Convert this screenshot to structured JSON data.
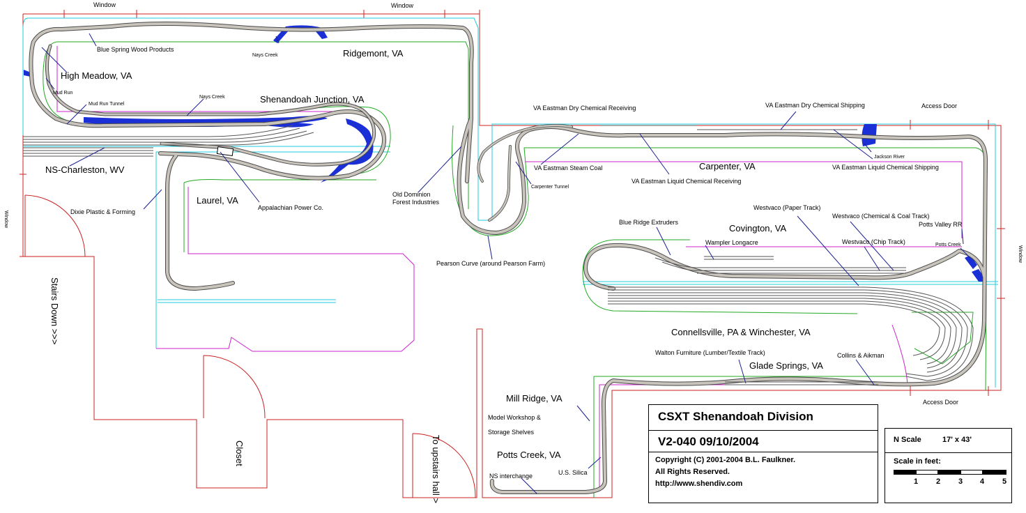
{
  "diagram": {
    "labels": {
      "window_top_1": "Window",
      "window_top_2": "Window",
      "window_left": "Window",
      "window_right": "Window",
      "access_door_top": "Access Door",
      "access_door_bottom": "Access Door",
      "blue_spring": "Blue Spring Wood Products",
      "nays_creek_top": "Nays Creek",
      "ridgemont": "Ridgemont, VA",
      "high_meadow": "High Meadow, VA",
      "mud_run": "Mud Run",
      "mud_run_tunnel": "Mud Run Tunnel",
      "nays_creek_mid": "Nays Creek",
      "shenandoah_junction": "Shenandoah Junction, VA",
      "ns_charleston": "NS-Charleston, WV",
      "dixie_plastic": "Dixie Plastic & Forming",
      "laurel": "Laurel, VA",
      "appalachian_power": "Appalachian Power Co.",
      "old_dominion_1": "Old Dominion",
      "old_dominion_2": "Forest Industries",
      "pearson_curve": "Pearson Curve (around Pearson Farm)",
      "stairs_down": "Stairs Down >>>",
      "closet": "Closet",
      "upstairs_hall": "To upstairs hall >",
      "va_dry_receiving": "VA Eastman Dry Chemical Receiving",
      "va_dry_shipping": "VA Eastman Dry Chemical Shipping",
      "jackson_river": "Jackson River",
      "va_steam_coal": "VA Eastman Steam Coal",
      "carpenter_tunnel": "Carpenter Tunnel",
      "carpenter": "Carpenter, VA",
      "va_liquid_receiving": "VA Eastman Liquid Chemical Receiving",
      "va_liquid_shipping": "VA Eastman Liquid Chemical Shipping",
      "westvaco_paper": "Westvaco (Paper Track)",
      "westvaco_chem": "Westvaco (Chemical & Coal Track)",
      "potts_valley": "Potts Valley RR",
      "blue_ridge": "Blue Ridge Extruders",
      "covington": "Covington, VA",
      "wampler": "Wampler Longacre",
      "westvaco_chip": "Westvaco (Chip Track)",
      "potts_creek_small": "Potts Creek",
      "connellsville": "Connellsville, PA & Winchester, VA",
      "walton": "Walton Furniture (Lumber/Textile Track)",
      "collins": "Collins & Aikman",
      "glade_springs": "Glade Springs, VA",
      "mill_ridge": "Mill Ridge, VA",
      "workshop_1": "Model Workshop &",
      "workshop_2": "Storage Shelves",
      "potts_creek": "Potts Creek, VA",
      "us_silica": "U.S. Silica",
      "ns_interchange": "NS interchange"
    }
  },
  "title_block": {
    "title": "CSXT Shenandoah Division",
    "version": "V2-040 09/10/2004",
    "copyright": "Copyright (C) 2001-2004 B.L. Faulkner.",
    "rights": "All Rights Reserved.",
    "url": "http://www.shendiv.com",
    "scale_label": "N Scale",
    "dimensions": "17' x 43'",
    "scale_in_feet": "Scale in feet:",
    "scale_ticks": [
      "1",
      "2",
      "3",
      "4",
      "5"
    ]
  }
}
